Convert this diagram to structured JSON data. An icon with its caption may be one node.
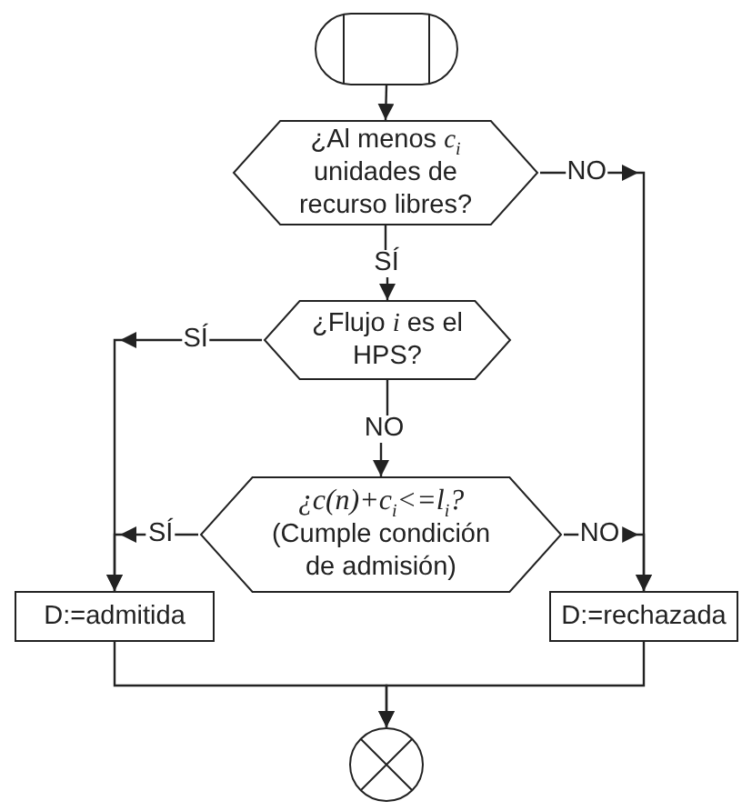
{
  "diagram": {
    "nodes": [
      {
        "text": [],
        "shape": "terminal"
      },
      {
        "text": [
          "¿Al menos *c*$_{i}$ unidades de recurso libres?"
        ]
      },
      {
        "text": [
          "¿Flujo *i* es el HPS?"
        ]
      },
      {
        "text": [
          "¿c(n)+c$_{i}$<=l$_{i}$?",
          "(Cumple condición de admisión)"
        ]
      },
      {
        "text": [
          "D:=admitida"
        ]
      },
      {
        "text": [
          "D:=rechazada"
        ]
      },
      {
        "text": [],
        "shape": "circle"
      }
    ],
    "edges": [
      {
        "from": 0,
        "to": 1,
        "arrow": "to"
      },
      {
        "from": 1,
        "to": 2,
        "label": "SÍ",
        "arrow": "to"
      },
      {
        "from": 1,
        "to": 5,
        "label": "NO",
        "arrow": "to"
      },
      {
        "from": 2,
        "to": 4,
        "label": "SÍ",
        "arrow": "to"
      },
      {
        "from": 2,
        "to": 3,
        "label": "NO",
        "arrow": "to"
      },
      {
        "from": 3,
        "to": 4,
        "label": "SÍ",
        "arrow": "to"
      },
      {
        "from": 3,
        "to": 5,
        "label": "NO",
        "arrow": "to"
      },
      {
        "from": 4,
        "to": 6,
        "arrow": "to"
      },
      {
        "from": 5,
        "to": 6,
        "arrow": "to"
      }
    ]
  }
}
